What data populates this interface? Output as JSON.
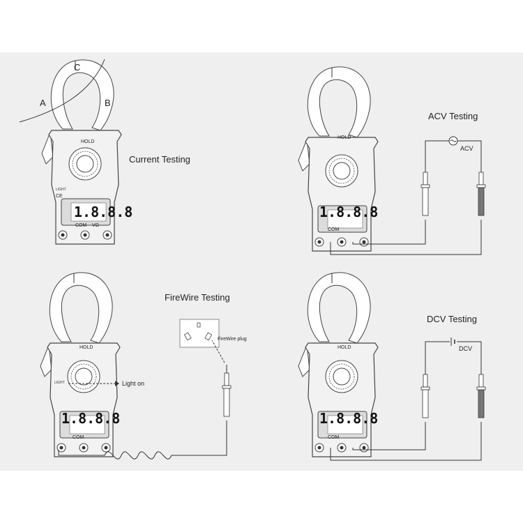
{
  "panels": {
    "current": {
      "title": "Current Testing",
      "label_a": "A",
      "label_b": "B",
      "label_c": "C"
    },
    "acv": {
      "title": "ACV Testing",
      "source_label": "ACV"
    },
    "firewire": {
      "title": "FireWire Testing",
      "plug_label": "FireWire plug",
      "light_label": "Light on"
    },
    "dcv": {
      "title": "DCV Testing",
      "source_label": "DCV"
    }
  },
  "meter": {
    "hold_label": "HOLD",
    "display_value": "1.8.8.8",
    "com_label": "COM",
    "vo_label": "VΩ",
    "light_label": "LIGHT",
    "ce_label": "CE"
  },
  "colors": {
    "background": "#efefef",
    "meter_body": "#f2f2f2",
    "outline": "#444444"
  }
}
